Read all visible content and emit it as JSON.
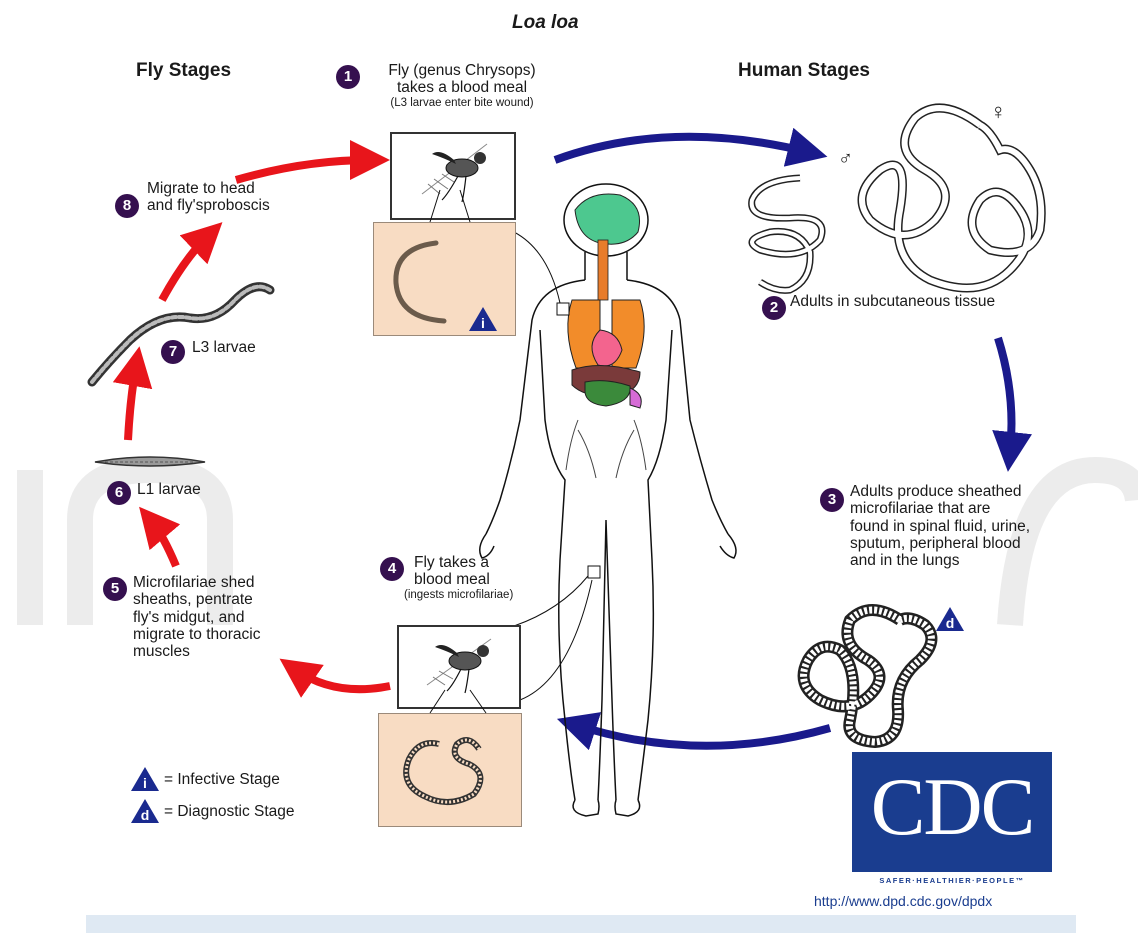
{
  "title": "Loa loa",
  "headers": {
    "fly_stages": "Fly Stages",
    "human_stages": "Human Stages"
  },
  "steps": [
    {
      "num": "1",
      "lines": [
        "Fly (genus Chrysops)",
        "takes a blood meal"
      ],
      "sub": "(L3 larvae enter bite wound)"
    },
    {
      "num": "2",
      "lines": [
        "Adults in subcutaneous tissue"
      ]
    },
    {
      "num": "3",
      "lines": [
        "Adults produce sheathed",
        "microfilariae that are",
        "found in spinal fluid, urine,",
        "sputum, peripheral blood",
        "and in the lungs"
      ]
    },
    {
      "num": "4",
      "lines": [
        "Fly takes a",
        "blood meal"
      ],
      "sub": "(ingests microfilariae)"
    },
    {
      "num": "5",
      "lines": [
        "Microfilariae shed",
        "sheaths, pentrate",
        "fly's midgut, and",
        "migrate to thoracic",
        "muscles"
      ]
    },
    {
      "num": "6",
      "lines": [
        "L1 larvae"
      ]
    },
    {
      "num": "7",
      "lines": [
        "L3 larvae"
      ]
    },
    {
      "num": "8",
      "lines": [
        "Migrate to head",
        "and fly'sproboscis"
      ]
    }
  ],
  "badges": {
    "infective": "i",
    "diagnostic": "d"
  },
  "legend": {
    "infective": "= Infective Stage",
    "diagnostic": "= Diagnostic Stage"
  },
  "sex_symbols": {
    "male": "♂",
    "female": "♀"
  },
  "logo": {
    "text": "CDC",
    "tagline": "SAFER·HEALTHIER·PEOPLE™",
    "url": "http://www.dpd.cdc.gov/dpdx"
  },
  "colors": {
    "fly_arrow": "#e8151b",
    "human_arrow": "#1a1a8c",
    "step_badge": "#35104f",
    "stage_badge": "#1a2a8f",
    "inset_bg": "#f8dcc3",
    "logo_bg": "#1a3d8f"
  },
  "icons": [
    "fly-icon",
    "worm-icon",
    "human-body-icon",
    "male-symbol-icon",
    "female-symbol-icon",
    "triangle-badge-icon"
  ]
}
